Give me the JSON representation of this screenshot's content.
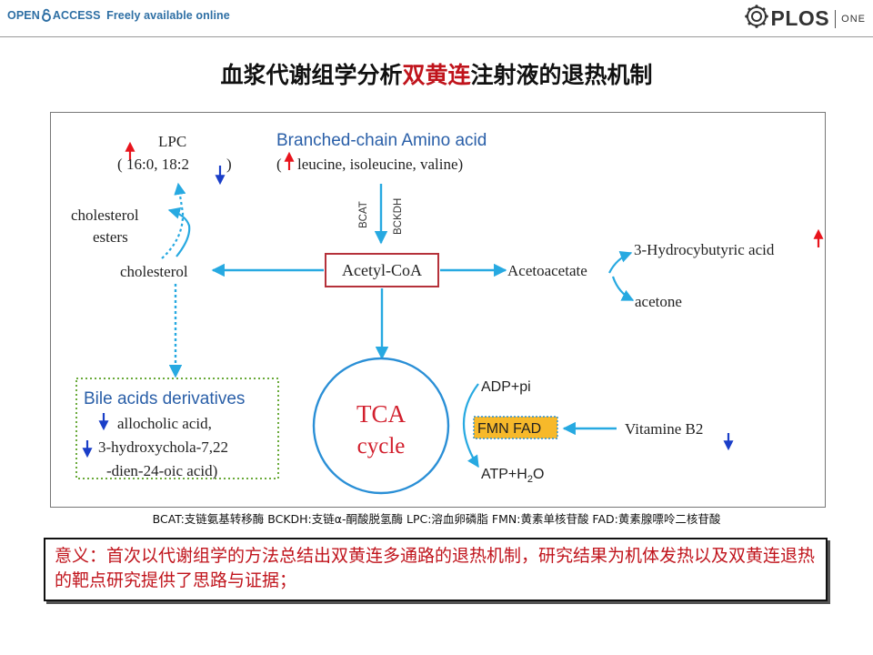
{
  "header": {
    "open_access_1": "OPEN",
    "open_access_2": "ACCESS",
    "freely": "Freely available online",
    "publisher": "PLOS",
    "publisher_suffix": "ONE"
  },
  "title": {
    "part1": "血浆代谢组学分析",
    "highlight": "双黄连",
    "part2": "注射液的退热机制"
  },
  "diagram": {
    "lpc": "LPC",
    "lpc_detail_a": "(",
    "lpc_detail_b": "16:0,  18:2",
    "lpc_detail_c": ")",
    "bcaa_title": "Branched-chain Amino acid",
    "bcaa_open": "(",
    "bcaa_detail": "leucine,  isoleucine, valine)",
    "bcat": "BCAT",
    "bckdh": "BCKDH",
    "chol_esters_1": "cholesterol",
    "chol_esters_2": "esters",
    "cholesterol": "cholesterol",
    "acetyl_coa": "Acetyl-CoA",
    "acetoacetate": "Acetoacetate",
    "hydroxybutyric": "3-Hydrocybutyric acid",
    "acetone": "acetone",
    "bile_title": "Bile acids derivatives",
    "bile_1": "allocholic acid,",
    "bile_2": "3-hydroxychola-7,22",
    "bile_3": "-dien-24-oic acid)",
    "tca_1": "TCA",
    "tca_2": "cycle",
    "adp": "ADP+pi",
    "fmn_fad": "FMN  FAD",
    "vitamine": "Vitamine B2",
    "atp_main": "ATP+H",
    "atp_sub": "2",
    "atp_end": "O"
  },
  "legend": "BCAT:支链氨基转移酶   BCKDH:支链α-酮酸脱氢酶    LPC:溶血卵磷脂    FMN:黄素单核苷酸   FAD:黄素腺嘌呤二核苷酸",
  "meaning": "意义：首次以代谢组学的方法总结出双黄连多通路的退热机制，研究结果为机体发热以及双黄连退热的靶点研究提供了思路与证据；",
  "colors": {
    "arrow_blue": "#27a9e1",
    "up_red": "#e8141c",
    "down_blue": "#1a3ec8",
    "title_red": "#c0141c",
    "fmn_fill": "#f7b92a",
    "acetyl_border": "#b5313a",
    "bile_border": "#6aaa3a"
  }
}
